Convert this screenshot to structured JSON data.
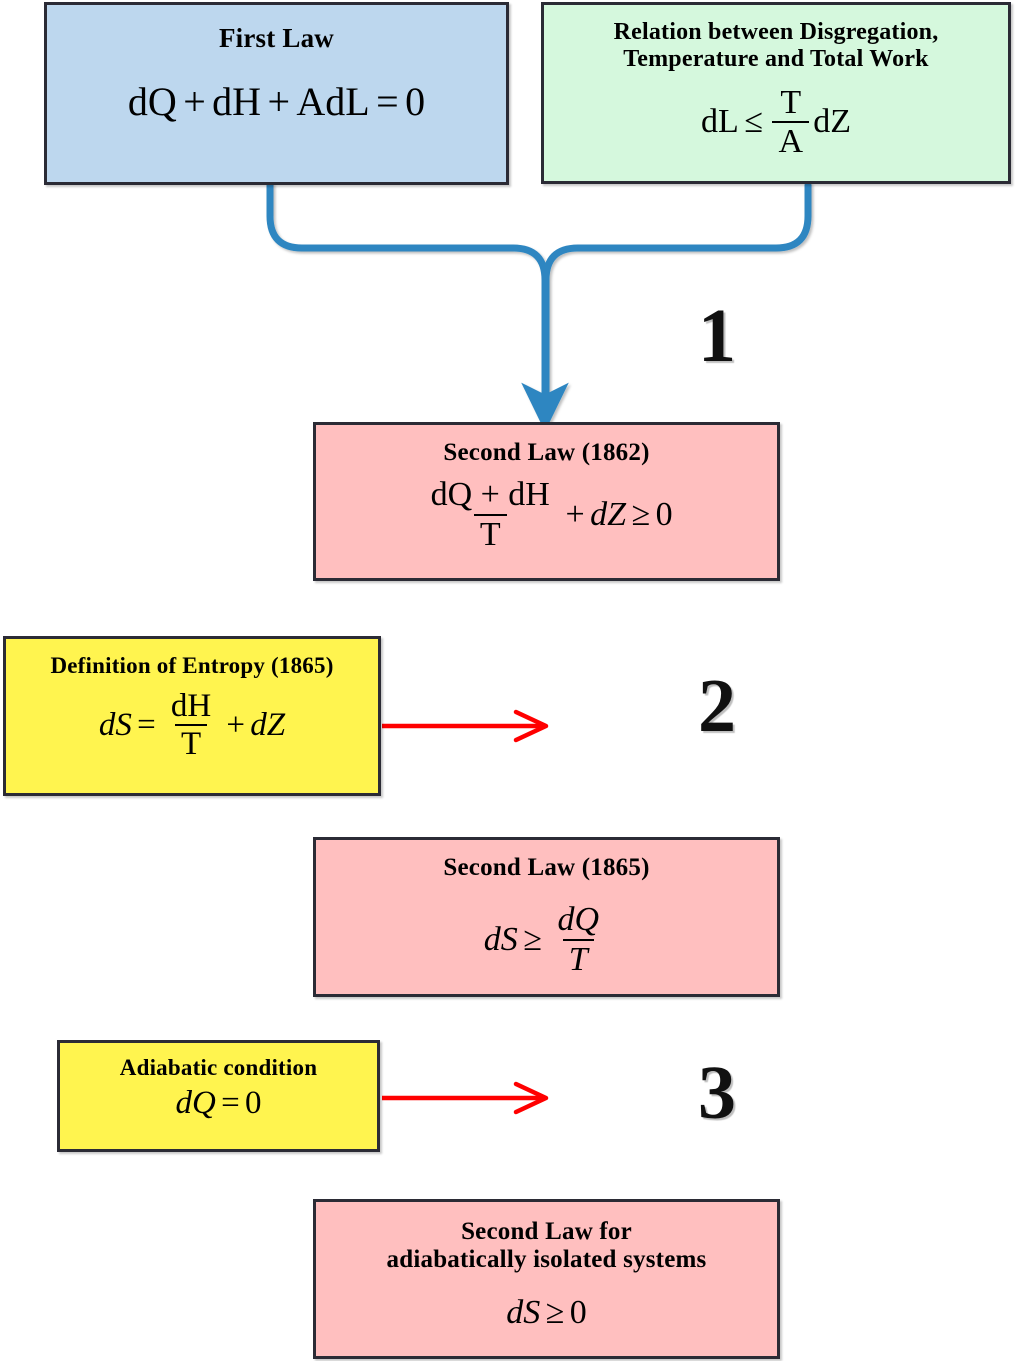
{
  "diagram": {
    "title_semantic": "Clausius derivation chain of the Second Law of Thermodynamics",
    "colors": {
      "first_law_box": "#BDD7EE",
      "relation_box": "#D5F8DD",
      "second_law_box": "#FFBFBF",
      "condition_box": "#FFF44F",
      "flow_arrow": "#2E86C1",
      "substitution_arrow": "#FF0000",
      "box_border": "#2B2B35",
      "text": "#000000"
    }
  },
  "boxes": {
    "first_law": {
      "title": "First Law",
      "formula_text": "dQ + dH + AdL = 0",
      "terms": {
        "dQ": "dQ",
        "plus1": "+",
        "dH": "dH",
        "plus2": "+",
        "AdL": "AdL",
        "equals": "=",
        "zero": "0"
      }
    },
    "relation": {
      "title_line1": "Relation between Disgregation,",
      "title_line2": "Temperature and Total Work",
      "formula_text": "dL ≤ (T/A) dZ",
      "terms": {
        "dL": "dL",
        "leq": "≤",
        "numerator": "T",
        "denominator": "A",
        "dZ": "dZ"
      }
    },
    "second_law_1862": {
      "title": "Second Law (1862)",
      "formula_text": "(dQ + dH)/T + dZ ≥ 0",
      "terms": {
        "numerator": "dQ + dH",
        "denominator": "T",
        "plus": "+",
        "dZ": "dZ",
        "geq": "≥",
        "zero": "0"
      }
    },
    "entropy_definition": {
      "title": "Definition of Entropy (1865)",
      "formula_text": "dS = dH/T + dZ",
      "terms": {
        "dS": "dS",
        "equals": "=",
        "numerator": "dH",
        "denominator": "T",
        "plus": "+",
        "dZ": "dZ"
      }
    },
    "second_law_1865": {
      "title": "Second Law (1865)",
      "formula_text": "dS ≥ dQ/T",
      "terms": {
        "dS": "dS",
        "geq": "≥",
        "numerator": "dQ",
        "denominator": "T"
      }
    },
    "adiabatic_condition": {
      "title": "Adiabatic condition",
      "formula_text": "dQ = 0",
      "terms": {
        "dQ": "dQ",
        "equals": "=",
        "zero": "0"
      }
    },
    "second_law_adiabatic": {
      "title_line1": "Second Law for",
      "title_line2": "adiabatically isolated systems",
      "formula_text": "dS ≥ 0",
      "terms": {
        "dS": "dS",
        "geq": "≥",
        "zero": "0"
      }
    }
  },
  "steps": {
    "step1": "1",
    "step2": "2",
    "step3": "3"
  },
  "arrows": {
    "merge_arrow": "merge-arrow-first-law-and-relation-to-second-law-1862",
    "flow_1862_to_1865": "flow-arrow-second-law-1862-to-second-law-1865",
    "flow_1865_to_adiabatic": "flow-arrow-second-law-1865-to-adiabatic-result",
    "entropy_substitution": "red-arrow-entropy-definition-substitution",
    "adiabatic_substitution": "red-arrow-adiabatic-condition-substitution"
  }
}
